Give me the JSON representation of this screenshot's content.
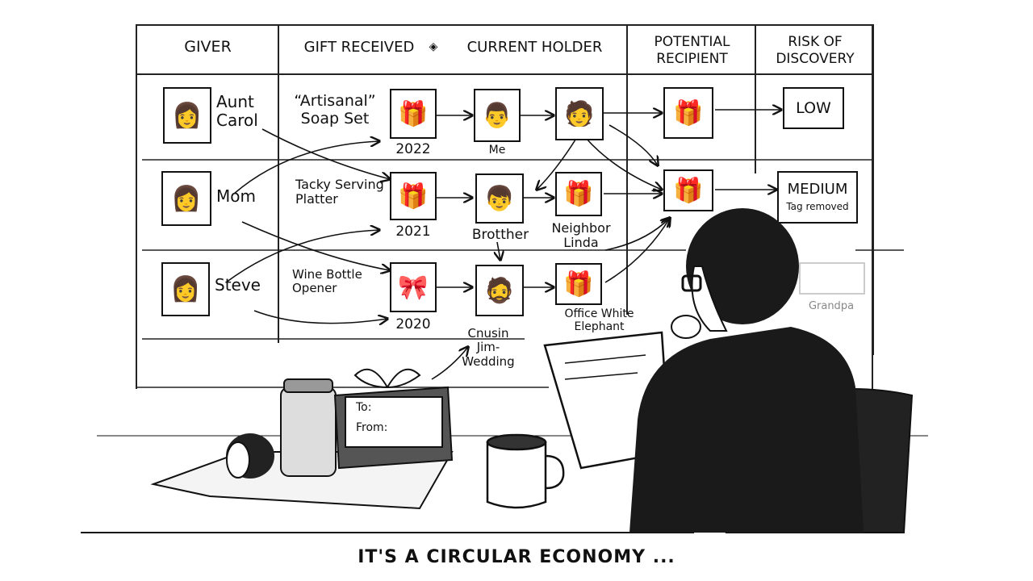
{
  "board": {
    "headers": {
      "giver": "GIVER",
      "gift_holder": "GIFT RECEIVED",
      "gift_holder_2": "CURRENT HOLDER",
      "potential_recipient": "POTENTIAL RECIPIENT",
      "risk": "RISK OF DISCOVERY"
    },
    "rows": [
      {
        "giver": "Aunt Carol",
        "gift": "“Artisanal” Soap Set",
        "year": "2022",
        "holder": "Me",
        "risk": "LOW",
        "risk_note": ""
      },
      {
        "giver": "Mom",
        "gift": "Tacky Serving Platter",
        "year": "2021",
        "holder": "Brotther",
        "next_holder": "Neighbor Linda",
        "risk": "MEDIUM",
        "risk_note": "Tag removed"
      },
      {
        "giver": "Steve",
        "gift": "Wine Bottle Opener",
        "year": "2020",
        "holder": "Cnusin Jim- Wedding",
        "next_holder": "Office White Elephant",
        "risk": "",
        "risk_note": "Grandpa"
      }
    ]
  },
  "gift_tag": {
    "to": "To:",
    "from": "From:"
  },
  "caption": "IT'S A CIRCULAR ECONOMY ...",
  "icons": [
    "portrait",
    "gift-box",
    "coffee-mug",
    "laptop",
    "wrapping-paper-roll",
    "person-thinking"
  ]
}
